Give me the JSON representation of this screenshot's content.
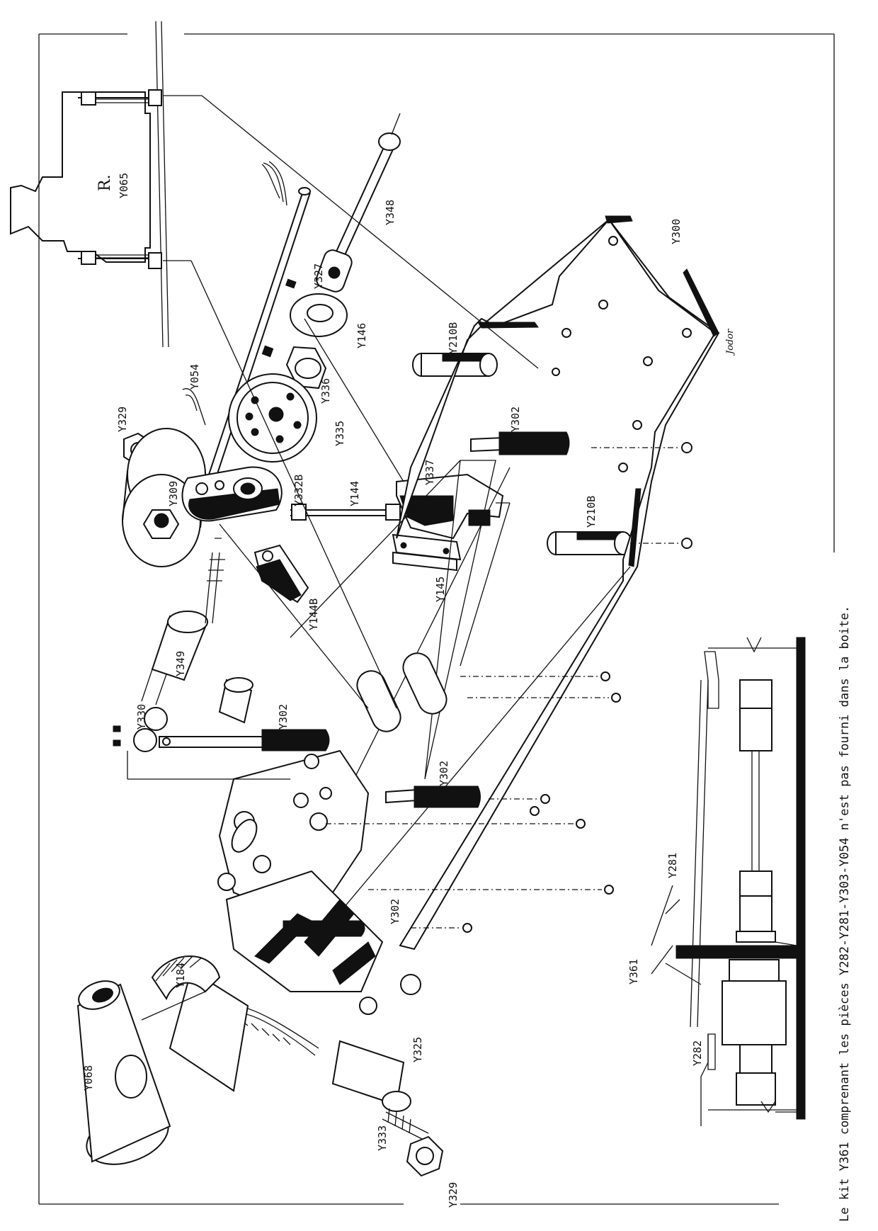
{
  "labels": {
    "y065": "Y065",
    "y065_logo": "R.",
    "y348": "Y348",
    "y327": "Y327",
    "y146": "Y146",
    "y054": "Y054",
    "y336": "Y336",
    "y335": "Y335",
    "y329_top": "Y329",
    "y309": "Y309",
    "y332b": "Y332B",
    "y144": "Y144",
    "y337": "Y337",
    "y210b_top": "Y210B",
    "y302_a": "Y302",
    "y210b_bottom": "Y210B",
    "y300": "Y300",
    "y144b": "Y144B",
    "y145": "Y145",
    "y349": "Y349",
    "y330": "Y330",
    "y302_b": "Y302",
    "y302_c": "Y302",
    "y302_d": "Y302",
    "y184": "Y184",
    "y068": "Y068",
    "y325": "Y325",
    "y333": "Y333",
    "y329_bottom": "Y329",
    "y361": "Y361",
    "y281": "Y281",
    "y282": "Y282"
  },
  "signature": "Jodor",
  "footnote": "Le kit Y361 comprenant les pièces Y282-Y281-Y303-Y054 n'est pas fourni dans la boite."
}
